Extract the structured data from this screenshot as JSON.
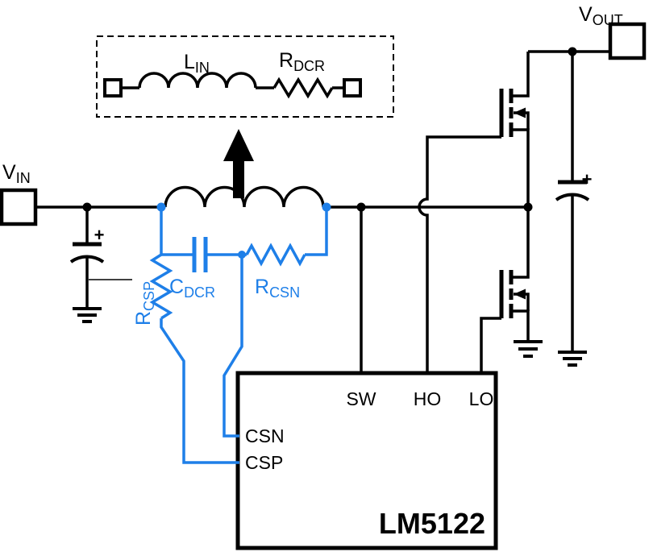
{
  "diagram": {
    "title": "LM5122 inductor DCR current sense schematic",
    "colors": {
      "wire": "#000000",
      "sense": "#1E7FE8",
      "background": "#FFFFFF"
    },
    "terminals": {
      "vin": {
        "main": "V",
        "sub": "IN"
      },
      "vout": {
        "main": "V",
        "sub": "OUT"
      }
    },
    "inset": {
      "inductor": {
        "main": "L",
        "sub": "IN"
      },
      "resistance": {
        "main": "R",
        "sub": "DCR"
      }
    },
    "sense": {
      "rcsp": {
        "main": "R",
        "sub": "CSP"
      },
      "cdcr": {
        "main": "C",
        "sub": "DCR"
      },
      "rcsn": {
        "main": "R",
        "sub": "CSN"
      }
    },
    "capacitors": {
      "input_polarity": "+",
      "output_polarity": "+"
    },
    "ic": {
      "part": "LM5122",
      "pins": {
        "sw": "SW",
        "ho": "HO",
        "lo": "LO",
        "csn": "CSN",
        "csp": "CSP"
      }
    }
  }
}
